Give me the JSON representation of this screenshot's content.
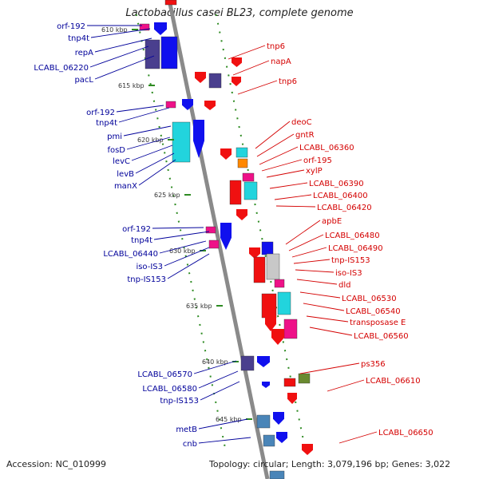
{
  "title": "Lactobacillus casei BL23, complete genome",
  "footer": {
    "accession": "Accession: NC_010999",
    "topology": "Topology: circular; Length: 3,079,196 bp; Genes: 3,022"
  },
  "colors": {
    "left_labels": "#00009a",
    "right_labels": "#d40000",
    "backbone": "#8a8a8a",
    "track_dots": "#2e8b22",
    "blue": "#1010ee",
    "red": "#f01010",
    "magenta": "#ee1188",
    "cyan": "#22d4dd",
    "navy": "#4a3f8e",
    "steel": "#4a85b8",
    "olive": "#6a8a30",
    "orange": "#ff8800",
    "gray": "#c8c8c8"
  },
  "kbp_markers": [
    "610 kbp",
    "615 kbp",
    "620 kbp",
    "625 kbp",
    "630 kbp",
    "635 kbp",
    "640 kbp",
    "645 kbp"
  ],
  "left_labels": [
    "orf-192",
    "tnp4t",
    "repA",
    "LCABL_06220",
    "pacL",
    "orf-192",
    "tnp4t",
    "pmi",
    "fosD",
    "levC",
    "levB",
    "manX",
    "orf-192",
    "tnp4t",
    "LCABL_06440",
    "iso-IS3",
    "tnp-IS153",
    "LCABL_06570",
    "LCABL_06580",
    "tnp-IS153",
    "metB",
    "cnb"
  ],
  "right_labels": [
    "tnp6",
    "napA",
    "tnp6",
    "deoC",
    "gntR",
    "LCABL_06360",
    "orf-195",
    "xylP",
    "LCABL_06390",
    "LCABL_06400",
    "LCABL_06420",
    "apbE",
    "LCABL_06480",
    "LCABL_06490",
    "tnp-IS153",
    "iso-IS3",
    "dld",
    "LCABL_06530",
    "LCABL_06540",
    "transposase E",
    "LCABL_06560",
    "ps356",
    "LCABL_06610",
    "LCABL_06650"
  ]
}
